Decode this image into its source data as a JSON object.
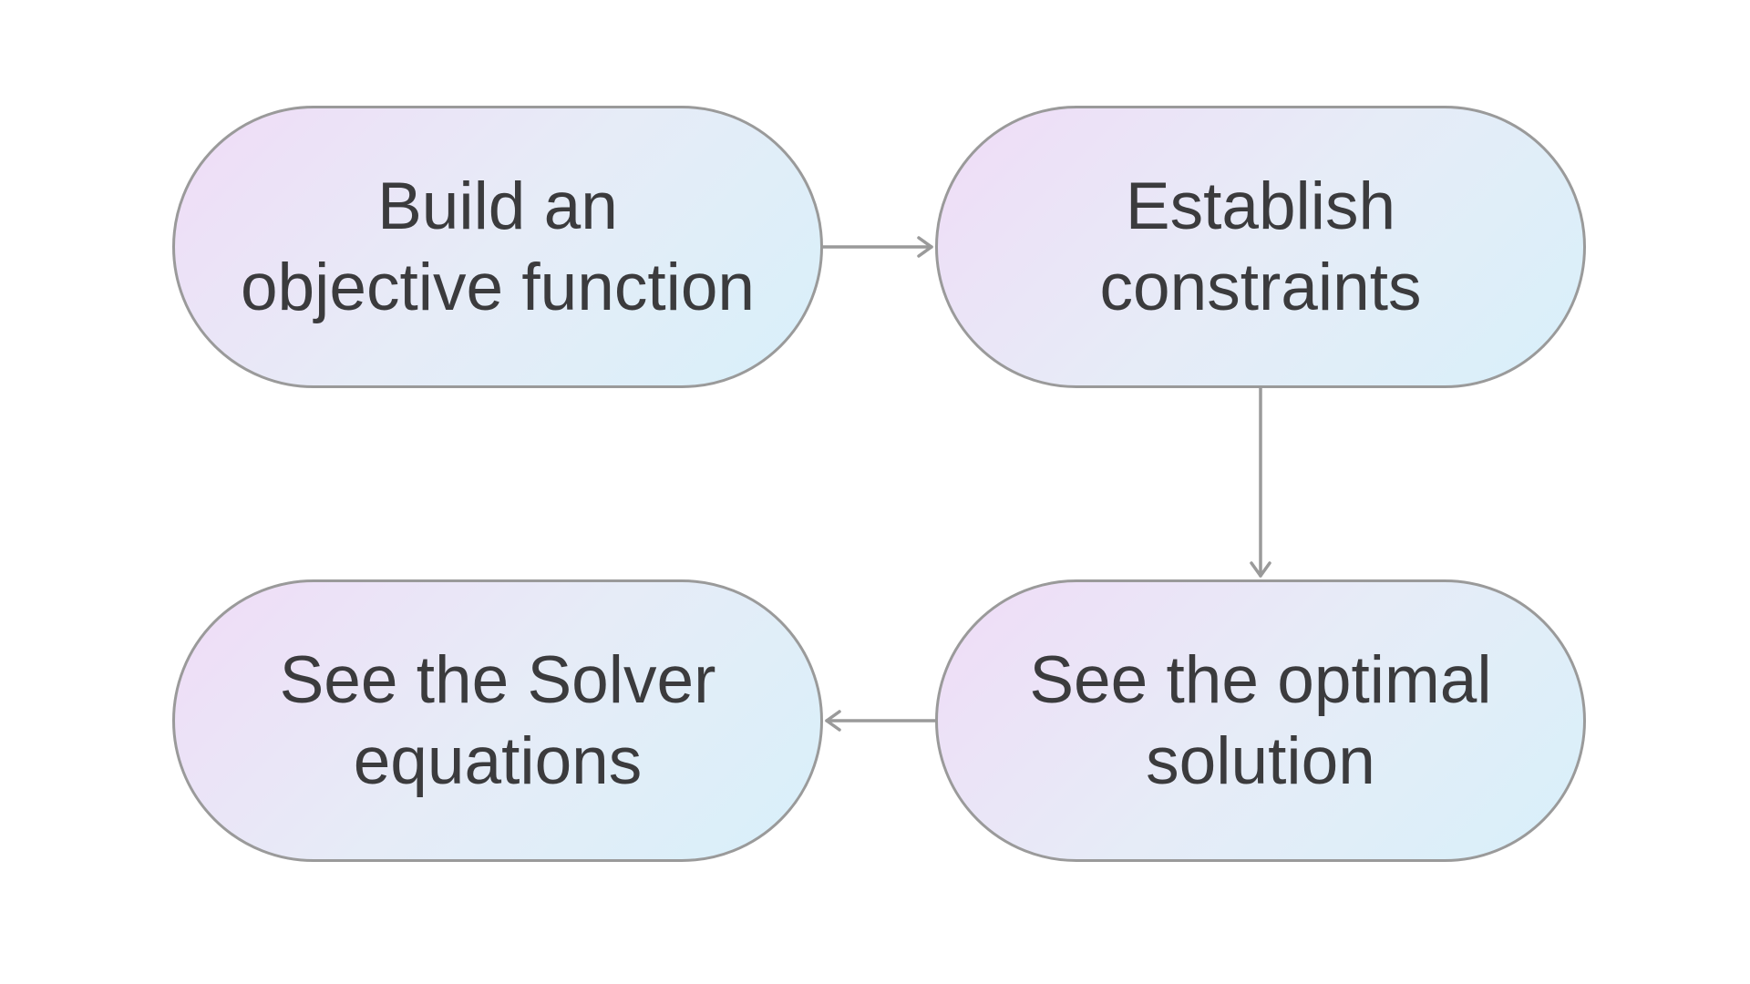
{
  "diagram": {
    "nodes": [
      {
        "id": "build",
        "label": "Build an\nobjective function"
      },
      {
        "id": "establish",
        "label": "Establish\nconstraints"
      },
      {
        "id": "optimal",
        "label": "See the optimal\nsolution"
      },
      {
        "id": "solver",
        "label": "See the Solver\nequations"
      }
    ],
    "edges": [
      {
        "from": "build",
        "to": "establish"
      },
      {
        "from": "establish",
        "to": "optimal"
      },
      {
        "from": "optimal",
        "to": "solver"
      }
    ],
    "colors": {
      "node_border": "#9a9a9a",
      "node_fill_start": "#f0dcf7",
      "node_fill_end": "#d8f0fa",
      "text": "#3b3b3d",
      "connector": "#9a9a9a"
    }
  }
}
